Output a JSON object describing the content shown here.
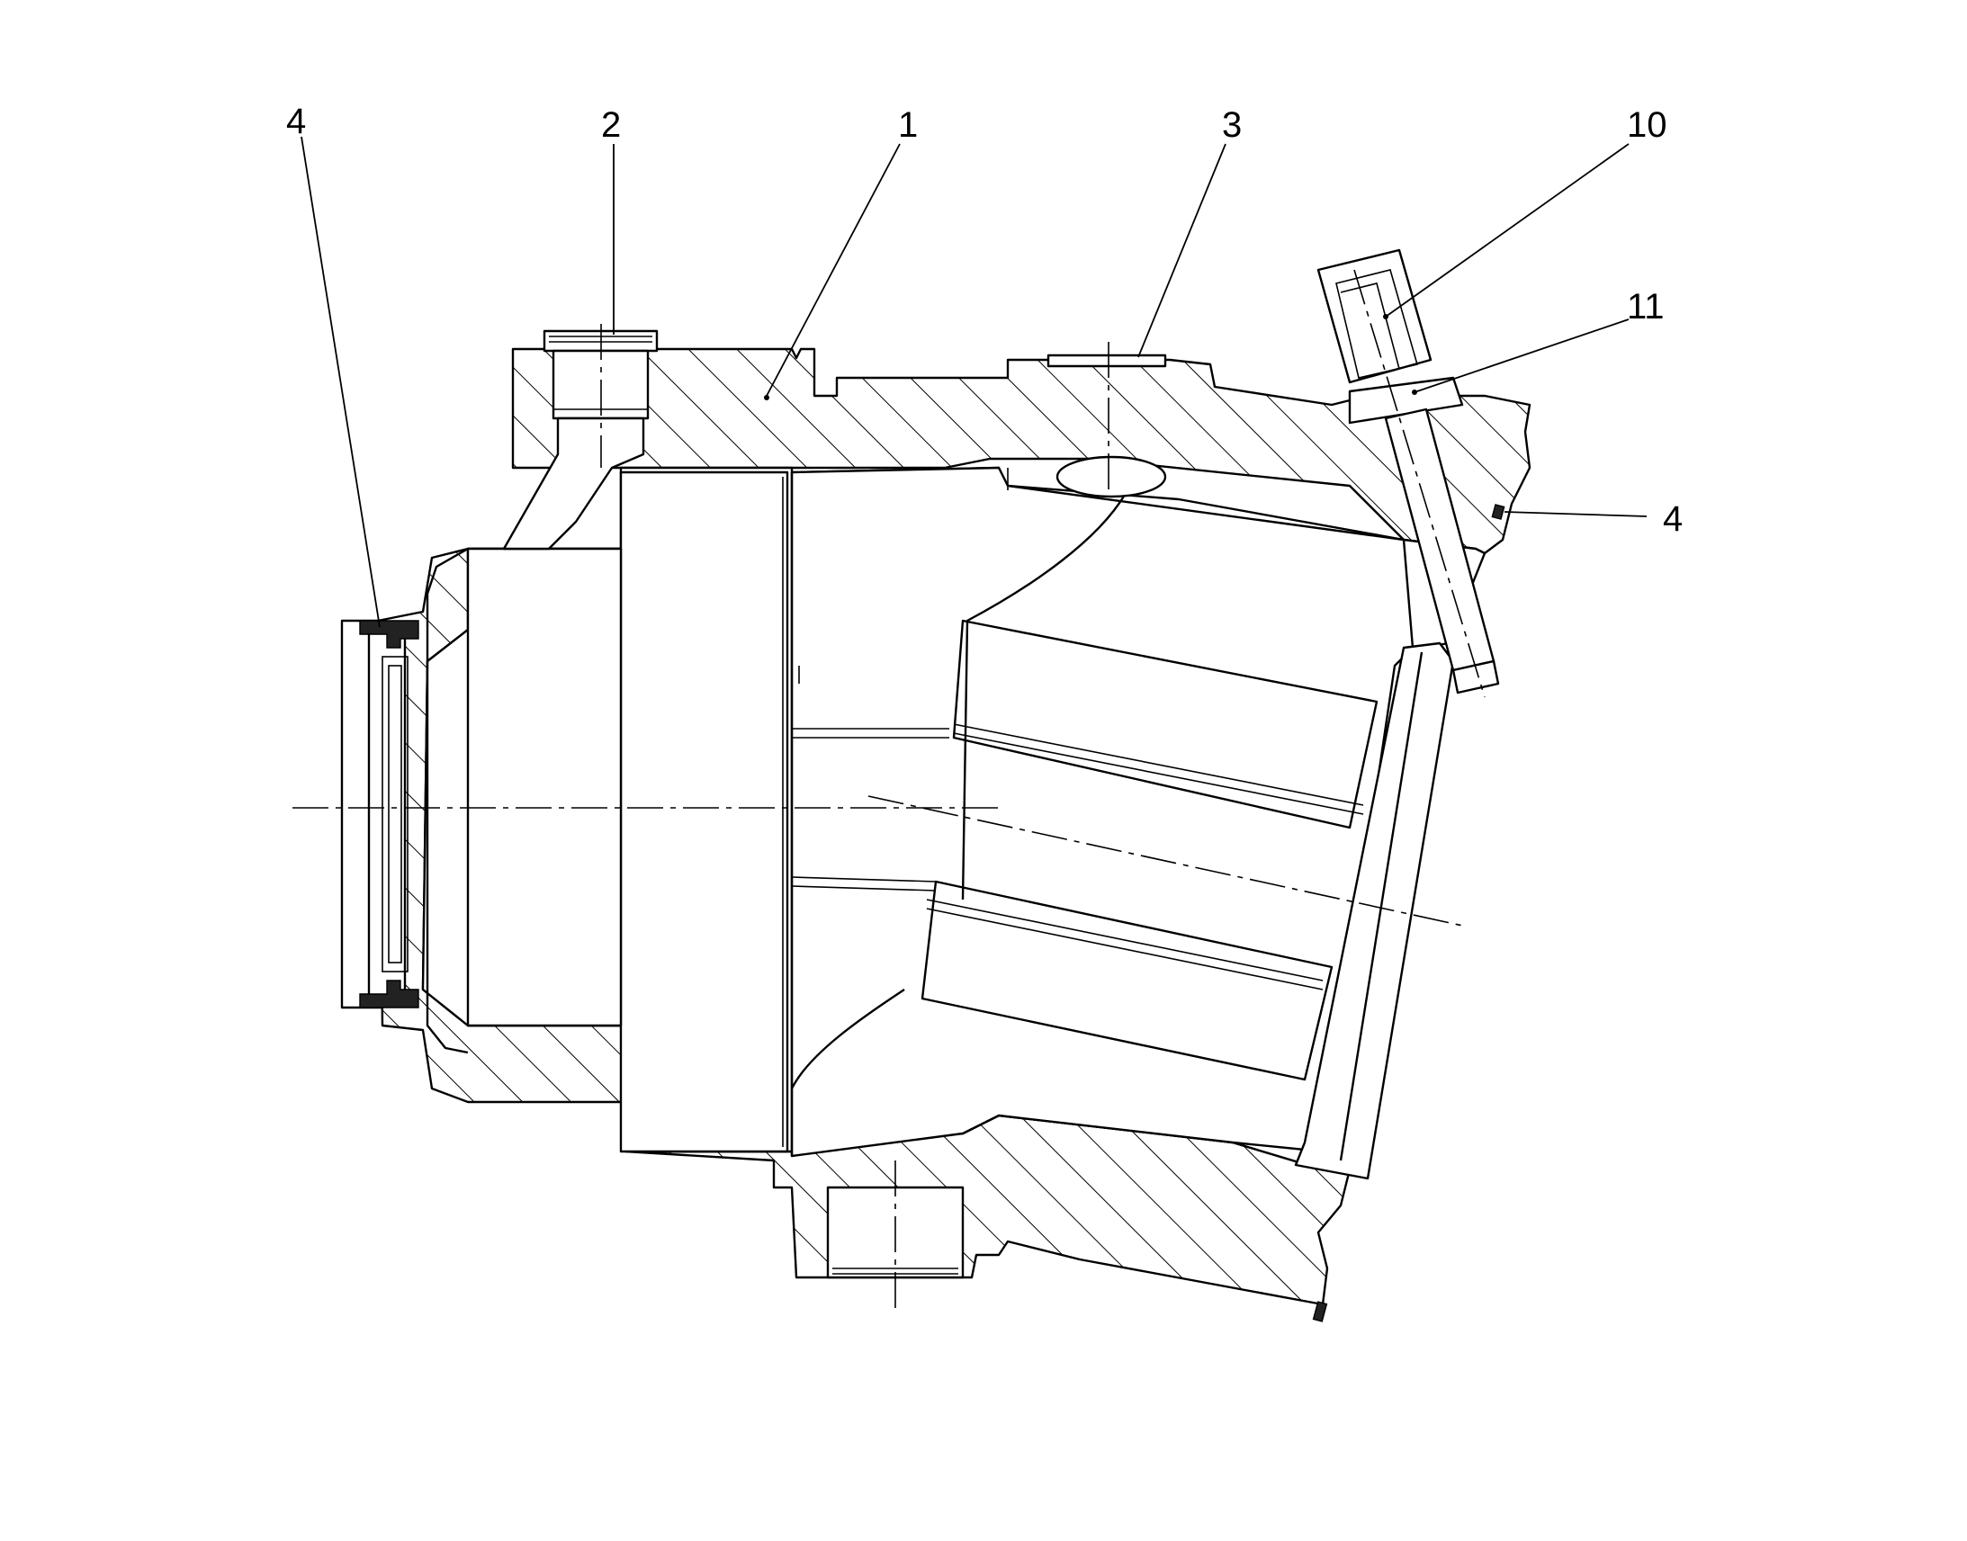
{
  "callouts": [
    {
      "id": "c4a",
      "text": "4"
    },
    {
      "id": "c2",
      "text": "2"
    },
    {
      "id": "c1",
      "text": "1"
    },
    {
      "id": "c3",
      "text": "3"
    },
    {
      "id": "c10",
      "text": "10"
    },
    {
      "id": "c11",
      "text": "11"
    },
    {
      "id": "c4b",
      "text": "4"
    }
  ]
}
